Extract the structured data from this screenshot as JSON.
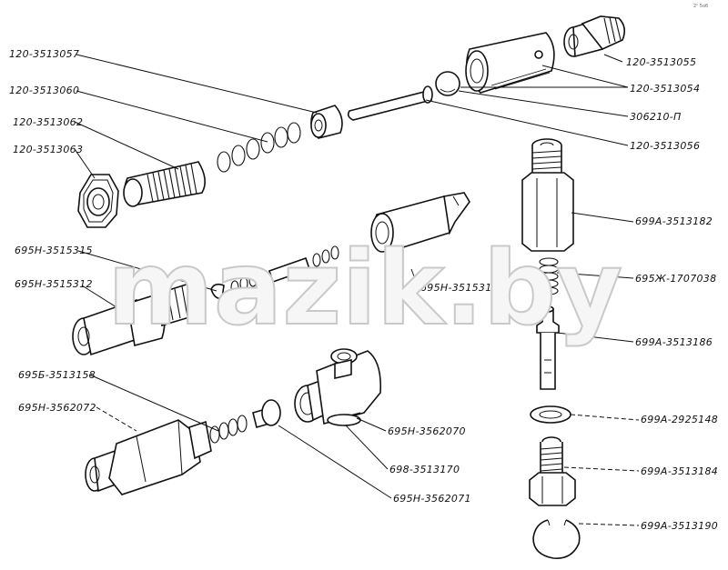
{
  "watermark": "mazik.by",
  "corner_mark": "2ⁿ 5об",
  "labels": {
    "p120_3513057": "120-3513057",
    "p120_3513060": "120-3513060",
    "p120_3513062": "120-3513062",
    "p120_3513063": "120-3513063",
    "p120_3513055": "120-3513055",
    "p120_3513054": "120-3513054",
    "p306210_p": "306210-П",
    "p120_3513056": "120-3513056",
    "p699a_3513182": "699А-3513182",
    "p695zh_1707038": "695Ж-1707038",
    "p699a_3513186": "699А-3513186",
    "p699a_2925148": "699А-2925148",
    "p699a_3513184": "699А-3513184",
    "p699a_3513190": "699А-3513190",
    "p695n_3515315": "695Н-3515315",
    "p695n_3515312": "695Н-3515312",
    "p695n_3515314": "695Н-3515314",
    "p695b_3513158": "695Б-3513158",
    "p695n_3562072": "695Н-3562072",
    "p695n_3562070": "695Н-3562070",
    "p698_3513170": "698-3513170",
    "p695n_3562071": "695Н-3562071"
  }
}
